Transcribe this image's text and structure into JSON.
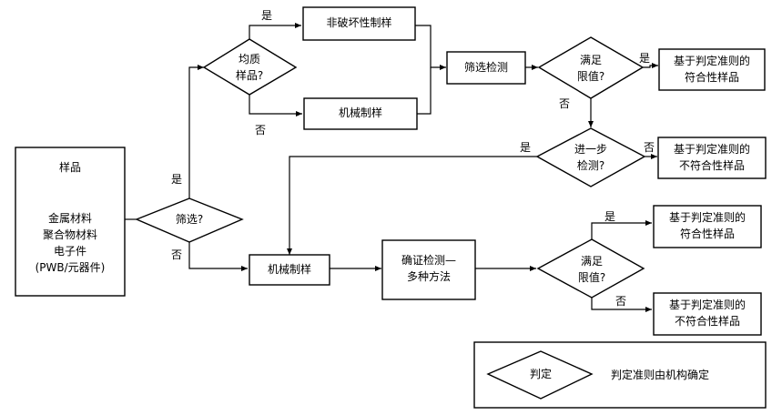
{
  "sample": {
    "title": "样品",
    "items": [
      "金属材料",
      "聚合物材料",
      "电子件",
      "(PWB/元器件)"
    ]
  },
  "decisions": {
    "screen": "筛选?",
    "homogeneous": [
      "均质",
      "样品?"
    ],
    "limit_top": [
      "满足",
      "限值?"
    ],
    "further": [
      "进一步",
      "检测?"
    ],
    "limit_bottom": [
      "满足",
      "限值?"
    ]
  },
  "processes": {
    "non_destructive": "非破坏性制样",
    "mechanical_top": "机械制样",
    "screening_test": "筛选检测",
    "mechanical_bottom": "机械制样",
    "confirm_test": [
      "确证检测—",
      "多种方法"
    ]
  },
  "results": {
    "top_conform": [
      "基于判定准则的",
      "符合性样品"
    ],
    "top_nonconform": [
      "基于判定准则的",
      "不符合性样品"
    ],
    "bottom_conform": [
      "基于判定准则的",
      "符合性样品"
    ],
    "bottom_nonconform": [
      "基于判定准则的",
      "不符合性样品"
    ]
  },
  "branch_labels": {
    "yes": "是",
    "no": "否"
  },
  "legend": {
    "symbol_label": "判定",
    "description": "判定准则由机构确定"
  }
}
